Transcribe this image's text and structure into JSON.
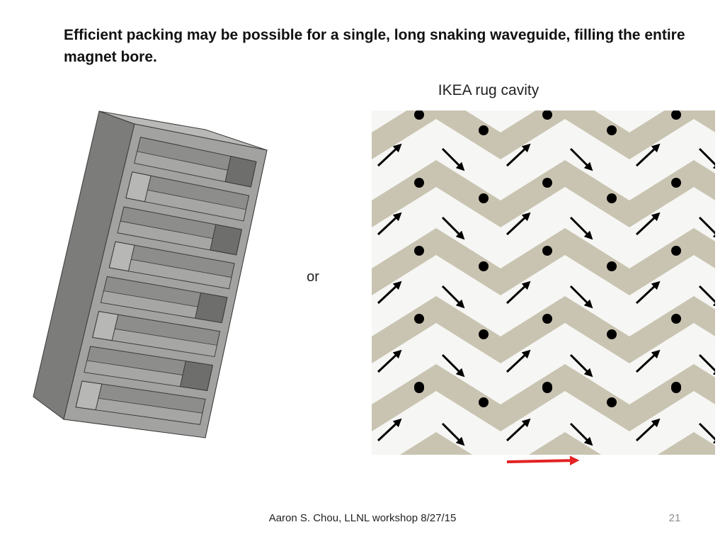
{
  "slide": {
    "title": "Efficient packing may be possible for a single, long snaking waveguide, filling the entire magnet bore.",
    "rug_caption": "IKEA rug cavity",
    "or_label": "or",
    "footer": "Aaron S. Chou, LLNL workshop 8/27/15",
    "slide_number": "21"
  },
  "colors": {
    "rug_beige": "#c9c4b1",
    "rug_white": "#f6f6f4",
    "waveguide_gray": "#9a9a98",
    "arrow_red": "#e32222",
    "arrow_black": "#000000"
  },
  "figures": {
    "left": "snaking waveguide 3D model",
    "right": "chevron rug pattern with dots and diagonal arrows"
  }
}
